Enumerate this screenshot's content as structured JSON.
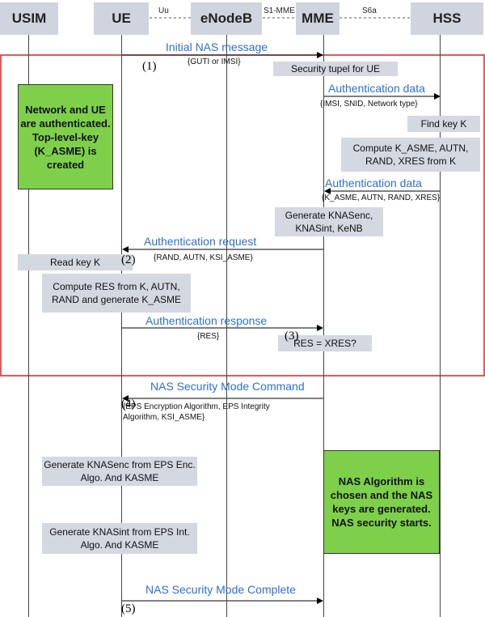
{
  "entities": {
    "usim": "USIM",
    "ue": "UE",
    "enodeb": "eNodeB",
    "mme": "MME",
    "hss": "HSS"
  },
  "interfaces": {
    "uu": "Uu",
    "s1mme": "S1-MME",
    "s6a": "S6a"
  },
  "messages": {
    "initial_nas": "Initial NAS message",
    "initial_nas_params": "{GUTI or IMSI}",
    "auth_data_req": "Authentication data",
    "auth_data_req_params": "{IMSI, SNID, Network type}",
    "auth_data_resp": "Authentication data",
    "auth_data_resp_params": "{K_ASME, AUTN, RAND, XRES}",
    "auth_request": "Authentication request",
    "auth_request_params": "{RAND, AUTN, KSI_ASME}",
    "auth_response": "Authentication response",
    "auth_response_params": "{RES}",
    "smc": "NAS Security Mode Command",
    "smc_params": "{EPS Encryption Algorithm, EPS Integrity Algorithm, KSI_ASME}",
    "smcomplete": "NAS Security Mode Complete"
  },
  "steps": {
    "s1": "(1)",
    "s2": "(2)",
    "s3": "(3)",
    "s4": "(4)",
    "s5": "(5)"
  },
  "boxes": {
    "security_tupel": "Security tupel for UE",
    "find_key": "Find key K",
    "compute_kasme": "Compute K_ASME, AUTN, RAND, XRES from K",
    "generate_knas": "Generate KNASenc, KNASint, KeNB",
    "read_key": "Read key K",
    "compute_res": "Compute RES from K, AUTN, RAND and generate K_ASME",
    "res_check": "RES = XRES?",
    "gen_knasenc": "Generate KNASenc from EPS Enc. Algo. And KASME",
    "gen_knasint": "Generate KNASint from EPS Int. Algo. And KASME"
  },
  "notes": {
    "authenticated": "Network and UE are authenticated. Top-level-key (K_ASME) is created",
    "nas_algorithm": "NAS Algorithm is chosen and the NAS keys are generated. NAS security starts."
  },
  "colors": {
    "accent": "#2e6fd0",
    "frame": "#e0201d",
    "note": "#7ed04a",
    "box": "#d3d8e1"
  }
}
